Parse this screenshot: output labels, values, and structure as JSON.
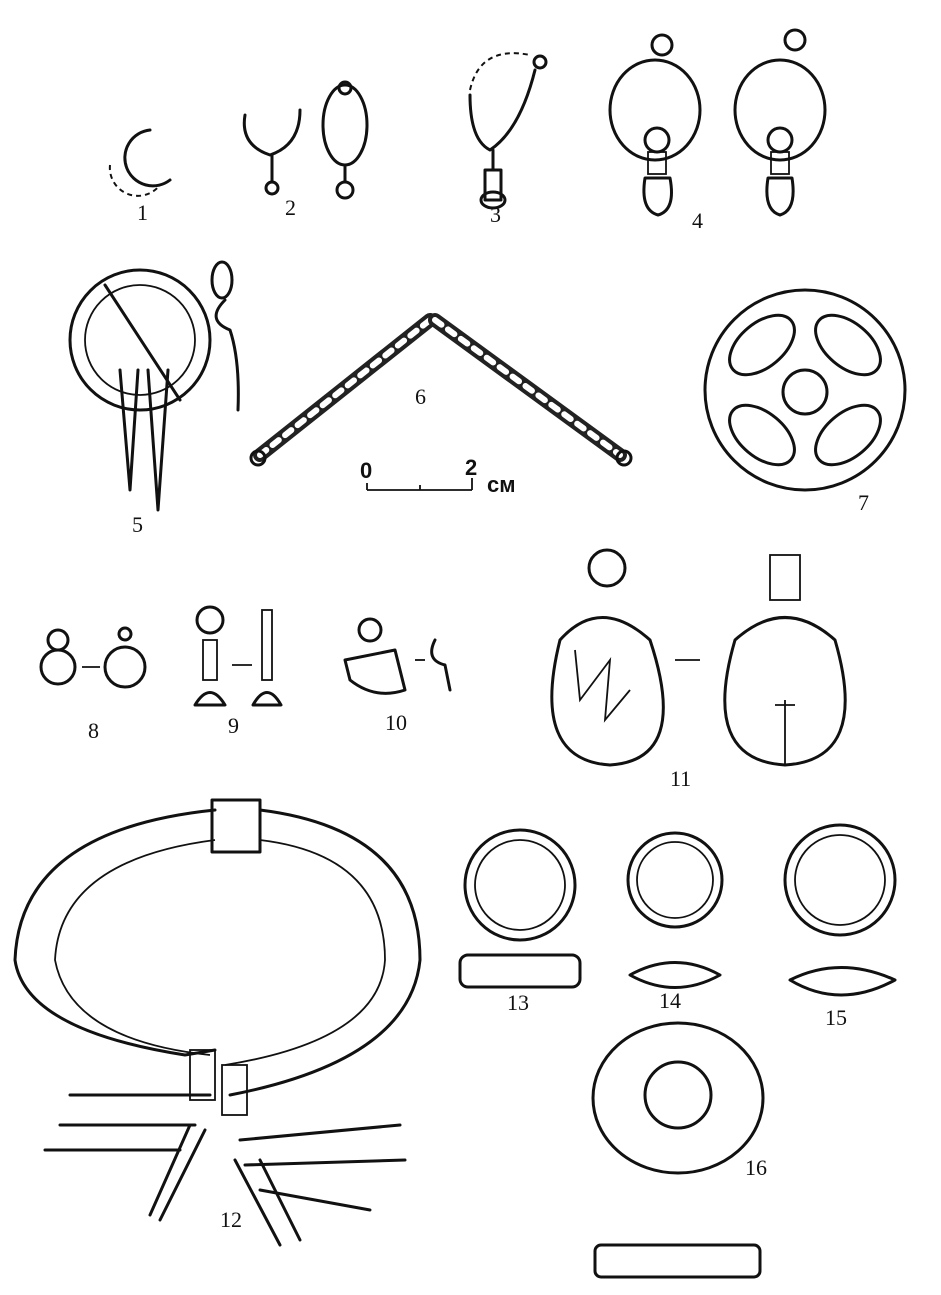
{
  "figure_labels": [
    "1",
    "2",
    "3",
    "4",
    "5",
    "6",
    "7",
    "8",
    "9",
    "10",
    "11",
    "12",
    "13",
    "14",
    "15",
    "16"
  ],
  "scale_bar": {
    "start": "0",
    "end": "2",
    "unit": "см"
  }
}
